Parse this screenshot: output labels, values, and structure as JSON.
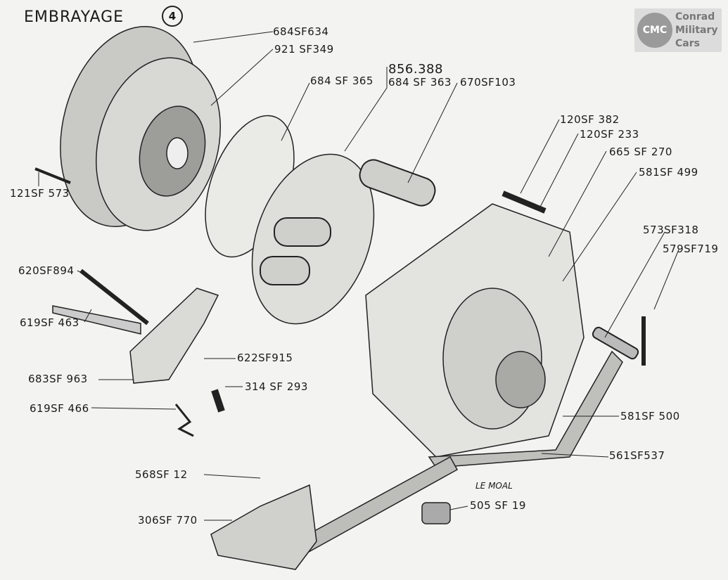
{
  "header": {
    "title": "EMBRAYAGE",
    "plate_number": "4"
  },
  "logo": {
    "badge": "CMC",
    "lines": [
      "Conrad",
      "Military",
      "Cars"
    ]
  },
  "signature": "LE MOAL",
  "labels": {
    "l1": "684SF634",
    "l2": "921 SF349",
    "l3": "684 SF 365",
    "l4": "856.388",
    "l5": "684 SF 363",
    "l6": "670SF103",
    "l7": "120SF 382",
    "l8": "120SF 233",
    "l9": "665 SF 270",
    "l10": "581SF 499",
    "l11": "573SF318",
    "l12": "579SF719",
    "l13": "121SF 573",
    "l14": "620SF894",
    "l15": "619SF 463",
    "l16": "622SF915",
    "l17": "683SF 963",
    "l18": "314 SF 293",
    "l19": "619SF 466",
    "l20": "581SF 500",
    "l21": "561SF537",
    "l22": "568SF 12",
    "l23": "306SF 770",
    "l24": "505 SF 19"
  }
}
